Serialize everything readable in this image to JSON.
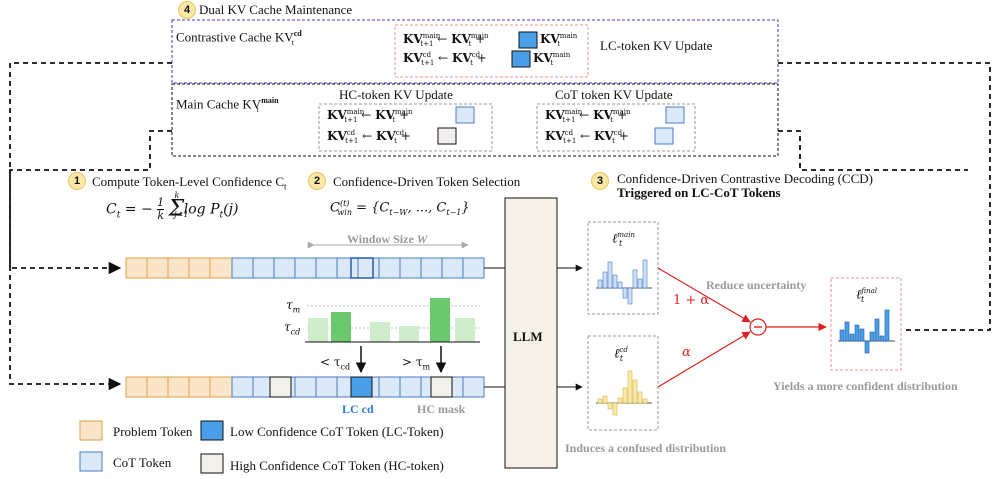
{
  "dual_cache": {
    "step": "4",
    "title": "Dual KV Cache Maintenance",
    "contrastive_cache_label": "Contrastive Cache KV",
    "contrastive_cache_sub": "cd",
    "contrastive_cache_t": "t",
    "lc_update_title": "LC-token KV Update",
    "main_cache_label": "Main Cache KV",
    "main_cache_sub": "main",
    "main_cache_t": "t",
    "hc_update_title": "HC-token KV Update",
    "cot_update_title": "CoT token KV Update"
  },
  "step1": {
    "num": "1",
    "title": "Compute Token-Level Confidence C",
    "title_sub": "t"
  },
  "step2": {
    "num": "2",
    "title": "Confidence-Driven Token Selection",
    "window_label": "Window Size",
    "window_var": "W"
  },
  "step3": {
    "num": "3",
    "title": "Confidence-Driven Contrastive Decoding (CCD)",
    "subtitle": "Triggered on LC-CoT Tokens"
  },
  "thresholds": {
    "tau_m": "τ",
    "tau_m_sub": "m",
    "tau_cd": "τ",
    "tau_cd_sub": "cd",
    "less_label": "< τ",
    "less_sub": "cd",
    "greater_label": "> τ",
    "greater_sub": "m"
  },
  "sequence_labels": {
    "lc": "LC cd",
    "hc": "HC mask"
  },
  "llm_label": "LLM",
  "logits": {
    "main": "main",
    "cd": "cd",
    "final": "final"
  },
  "weights": {
    "main": "1 + α",
    "cd": "α"
  },
  "annotations": {
    "reduce": "Reduce uncertainty",
    "confused": "Induces a confused distribution",
    "confident": "Yields a more confident distribution"
  },
  "legend": {
    "problem": "Problem Token",
    "cot": "CoT Token",
    "lc": "Low Confidence CoT Token (LC-Token)",
    "hc": "High Confidence CoT Token (HC-token)"
  },
  "colors": {
    "problem_fill": "#fbe5c8",
    "problem_stroke": "#d9a24a",
    "cot_fill": "#dce9f8",
    "cot_stroke": "#4a7cc0",
    "lc_fill": "#4a9ee8",
    "hc_fill": "#f2f0ea",
    "accent_red": "#e02020",
    "green": "#6cc86c",
    "green_light": "#cfeccc"
  }
}
